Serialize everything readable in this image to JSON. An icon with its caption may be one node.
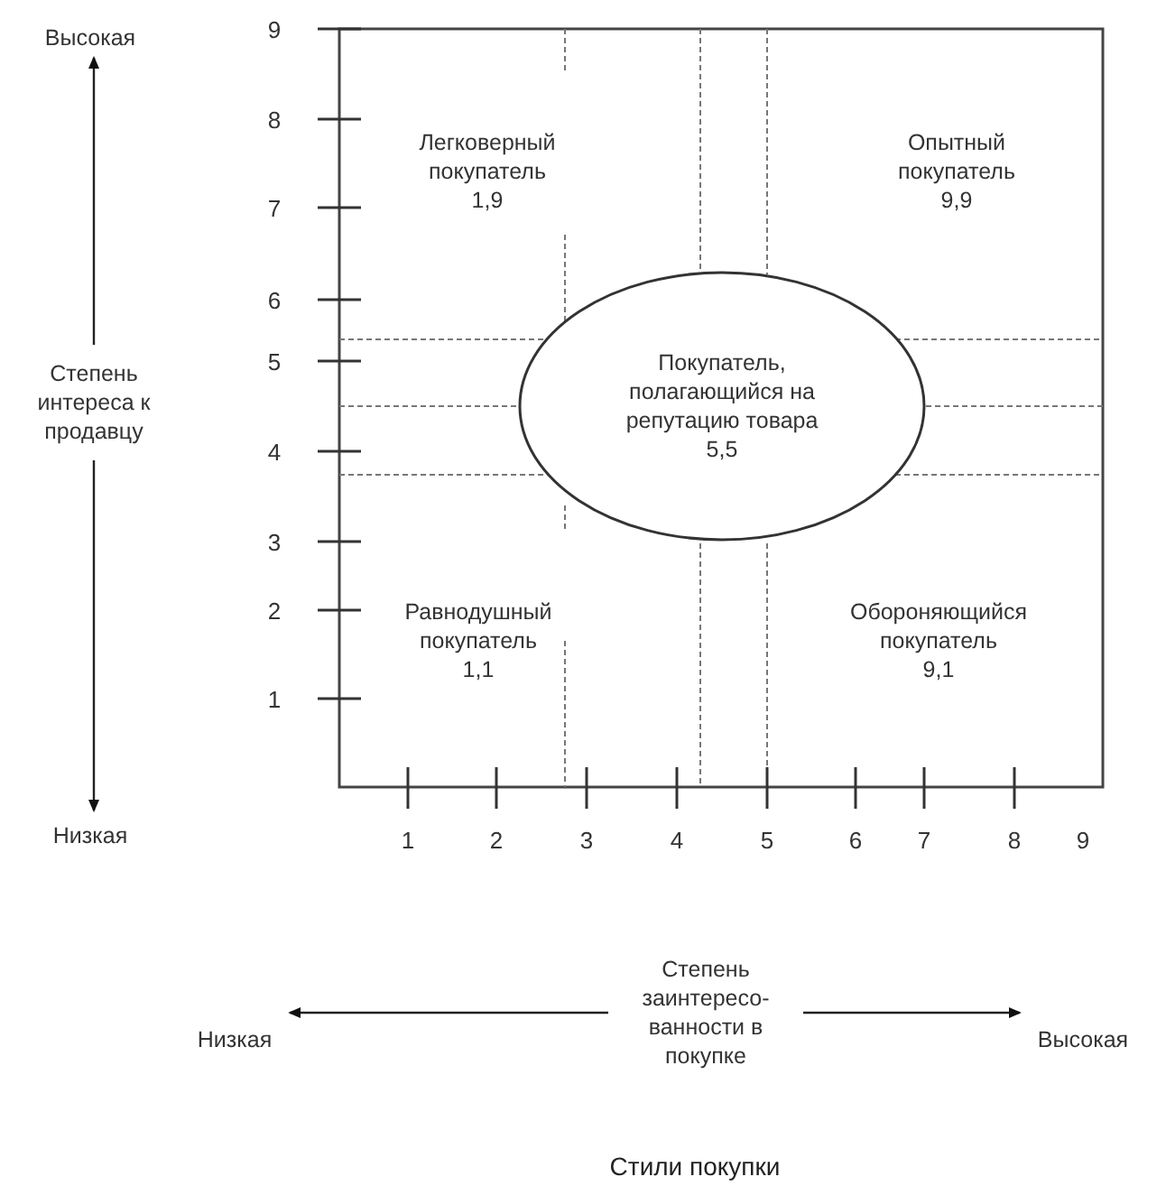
{
  "diagram": {
    "caption": "Стили покупки",
    "nodes": [
      {
        "text": [
          "Высокая"
        ]
      },
      {
        "text": [
          "Степень интереса к продавцу"
        ]
      },
      {
        "text": [
          "Низкая"
        ]
      },
      {
        "text": [
          "Легковерный покупатель",
          "1,9"
        ]
      },
      {
        "text": [
          "Опытный покупатель",
          "9,9"
        ]
      },
      {
        "text": [
          "Покупатель, полагающийся на репутацию товара",
          "5,5"
        ]
      },
      {
        "text": [
          "Равнодушный покупатель",
          "1,1"
        ]
      },
      {
        "text": [
          "Обороняющийся покупатель",
          "9,1"
        ]
      },
      {
        "text": [
          "Низкая"
        ]
      },
      {
        "text": [
          "Степень заинтересо- ванности в покупке"
        ]
      },
      {
        "text": [
          "Высокая"
        ]
      }
    ],
    "edges": [
      {
        "from": 1,
        "to": 0,
        "arrow": "to"
      },
      {
        "from": 1,
        "to": 2,
        "arrow": "to"
      },
      {
        "from": 9,
        "to": 8,
        "arrow": "to"
      },
      {
        "from": 9,
        "to": 10,
        "arrow": "to"
      }
    ],
    "labels": [
      "9",
      "8",
      "7",
      "6",
      "5",
      "4",
      "3",
      "2",
      "1",
      "1",
      "2",
      "3",
      "4",
      "5",
      "6",
      "7",
      "8",
      "9"
    ]
  }
}
